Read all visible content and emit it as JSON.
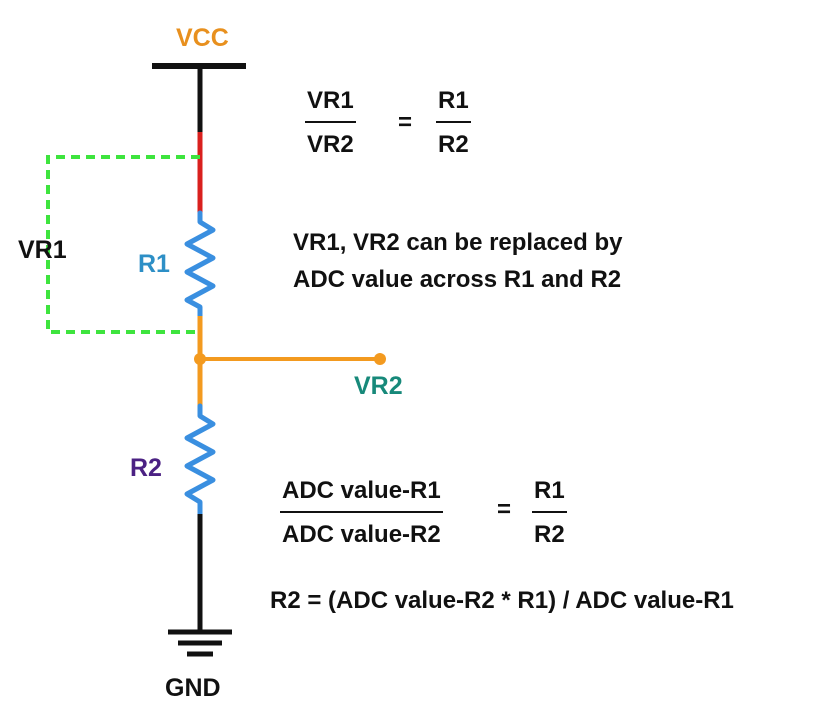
{
  "colors": {
    "vcc_label": "#e8901e",
    "r1_label": "#2d8fc6",
    "r2_label": "#4b2183",
    "vr2_label": "#17897a",
    "vr1_label": "#111111",
    "gnd_label": "#111111",
    "wire_black": "#111111",
    "wire_red": "#d9201e",
    "wire_orange": "#f39a1f",
    "resistor_blue": "#3a8fe0",
    "dashed_green": "#3ee43e",
    "text": "#111111"
  },
  "labels": {
    "vcc": "VCC",
    "gnd": "GND",
    "vr1": "VR1",
    "vr2": "VR2",
    "r1": "R1",
    "r2": "R2"
  },
  "formula_1": {
    "left_numerator": "VR1",
    "left_denominator": "VR2",
    "equals": "=",
    "right_numerator": "R1",
    "right_denominator": "R2"
  },
  "note": {
    "line1": "VR1, VR2 can be replaced by",
    "line2": "ADC value across R1 and R2"
  },
  "formula_2": {
    "left_numerator": "ADC value-R1",
    "left_denominator": "ADC value-R2",
    "equals": "=",
    "right_numerator": "R1",
    "right_denominator": "R2"
  },
  "formula_3": "R2 = (ADC value-R2 * R1) / ADC value-R1"
}
